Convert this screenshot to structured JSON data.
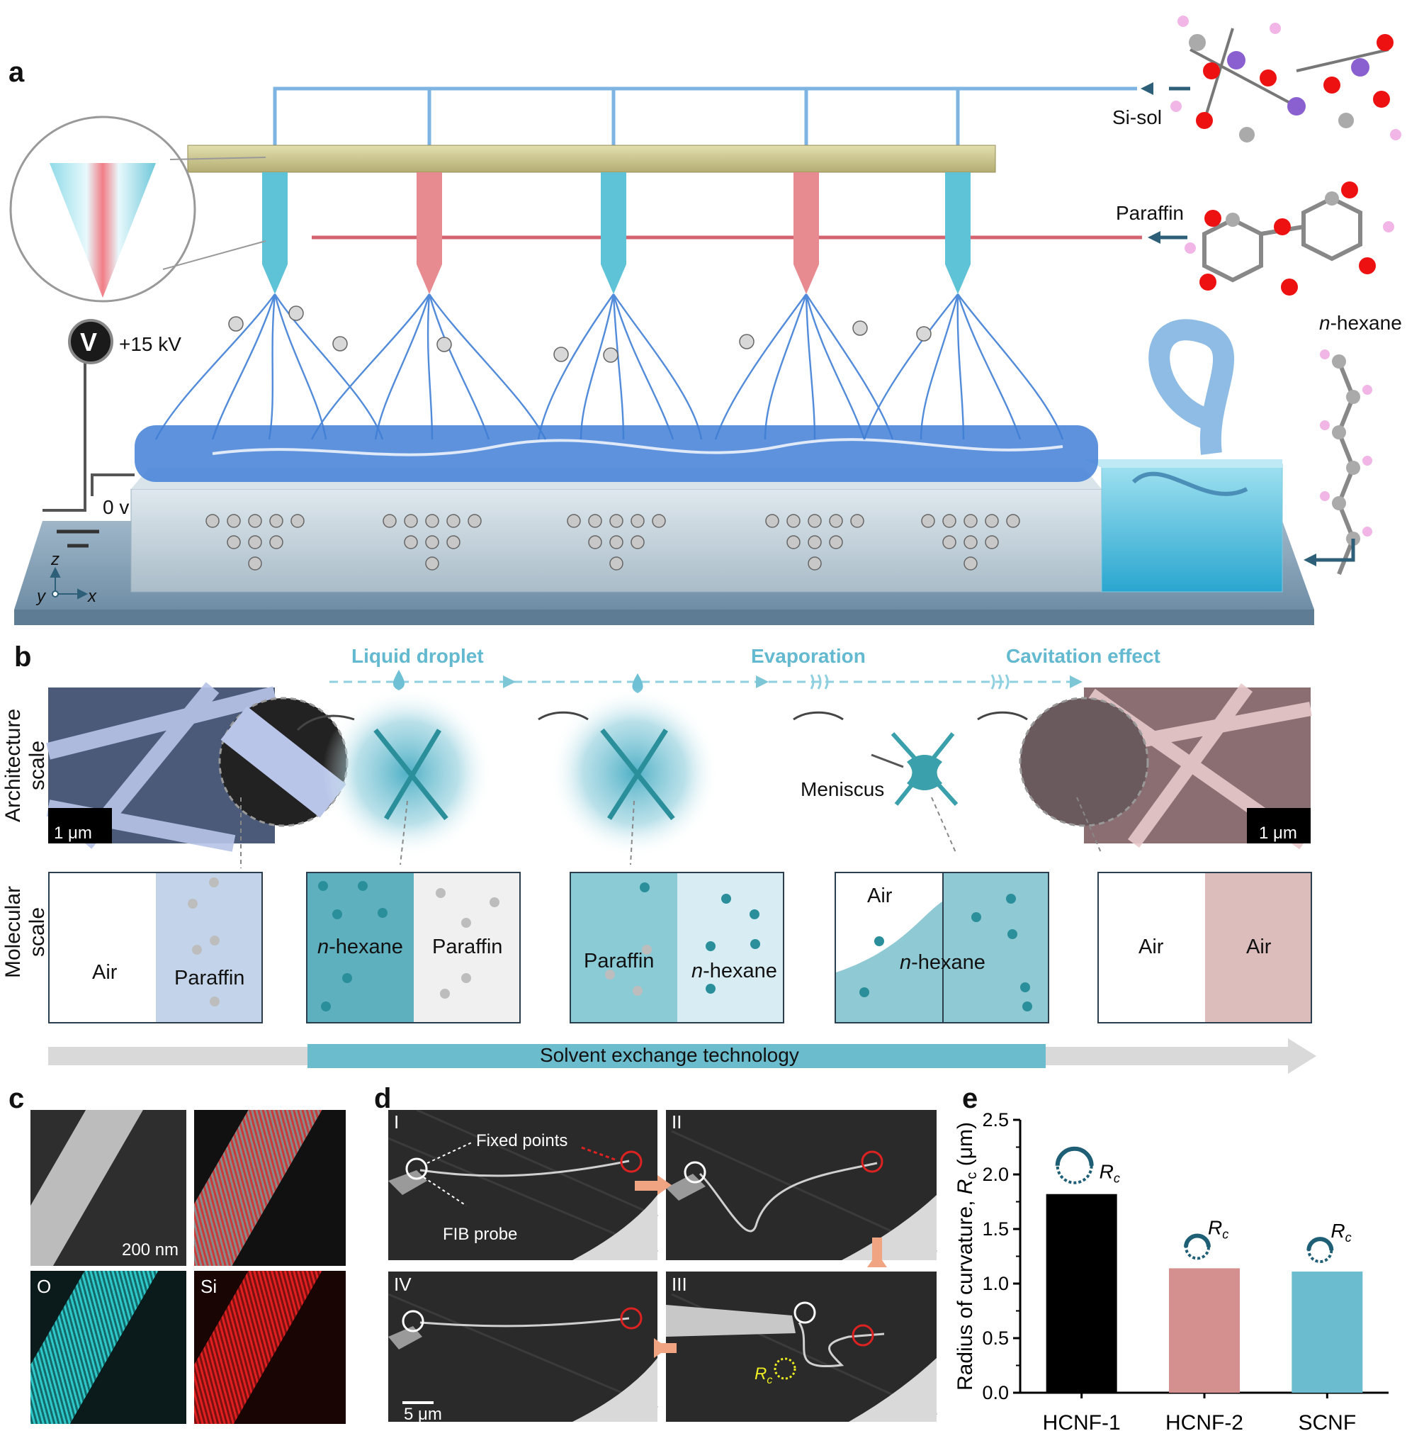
{
  "figure": {
    "panel_labels": {
      "a": "a",
      "b": "b",
      "c": "c",
      "d": "d",
      "e": "e"
    },
    "panel_a": {
      "si_sol": "Si-sol",
      "paraffin": "Paraffin",
      "n_hexane_prefix": "n",
      "n_hexane_rest": "-hexane",
      "voltage_high": "+15 kV",
      "voltage_zero": "0 v",
      "voltmeter_symbol": "V",
      "axis_z": "z",
      "axis_y": "y",
      "axis_x": "x",
      "colors": {
        "si_needle": "#5fc3d8",
        "paraffin_needle": "#e88b90",
        "fiber": "#3f7fd6",
        "substrate": "#a9bcc8",
        "bath": "#3fb0d5"
      }
    },
    "panel_b": {
      "steps": {
        "droplet": "Liquid droplet",
        "evaporation": "Evaporation",
        "cavitation": "Cavitation effect"
      },
      "row_architecture": "Architecture scale",
      "row_molecular": "Molecular scale",
      "scalebar_left": "1 μm",
      "scalebar_right": "1 μm",
      "meniscus": "Meniscus",
      "boxes": [
        {
          "left": "Air",
          "right": "Paraffin"
        },
        {
          "left_prefix": "n",
          "left_rest": "-hexane",
          "right": "Paraffin"
        },
        {
          "left": "Paraffin",
          "right_prefix": "n",
          "right_rest": "-hexane"
        },
        {
          "left": "Air",
          "right_prefix": "n",
          "right_rest": "-hexane"
        },
        {
          "left": "Air",
          "right": "Air"
        }
      ],
      "bottom_arrow": "Solvent exchange technology",
      "colors": {
        "teal": "#2a8f9a",
        "teal_light": "#7cc6d3",
        "paraffin_blue": "#c3d4ea",
        "air_pink": "#ddbcbc"
      }
    },
    "panel_c": {
      "scalebar": "200 nm",
      "map_o": "O",
      "map_si": "Si",
      "colors": {
        "o": "#2ec8c8",
        "si": "#e02020"
      }
    },
    "panel_d": {
      "frames": [
        "I",
        "II",
        "III",
        "IV"
      ],
      "fixed_points": "Fixed points",
      "fib_probe": "FIB probe",
      "rc_label_main": "R",
      "rc_label_sub": "c",
      "scalebar": "5 μm"
    },
    "panel_e": {
      "rc_main": "R",
      "rc_sub": "c"
    }
  },
  "chart_data": {
    "type": "bar",
    "categories": [
      "HCNF-1",
      "HCNF-2",
      "SCNF"
    ],
    "values": [
      1.82,
      1.14,
      1.11
    ],
    "colors": [
      "#000000",
      "#d4908f",
      "#6cbccf"
    ],
    "ylabel_main": "Radius of curvature, ",
    "ylabel_sym": "R",
    "ylabel_sub": "c",
    "ylabel_unit": " (μm)",
    "ylim": [
      0.0,
      2.5
    ],
    "yticks": [
      "0.0",
      "0.5",
      "1.0",
      "1.5",
      "2.0",
      "2.5"
    ],
    "grid": false
  }
}
